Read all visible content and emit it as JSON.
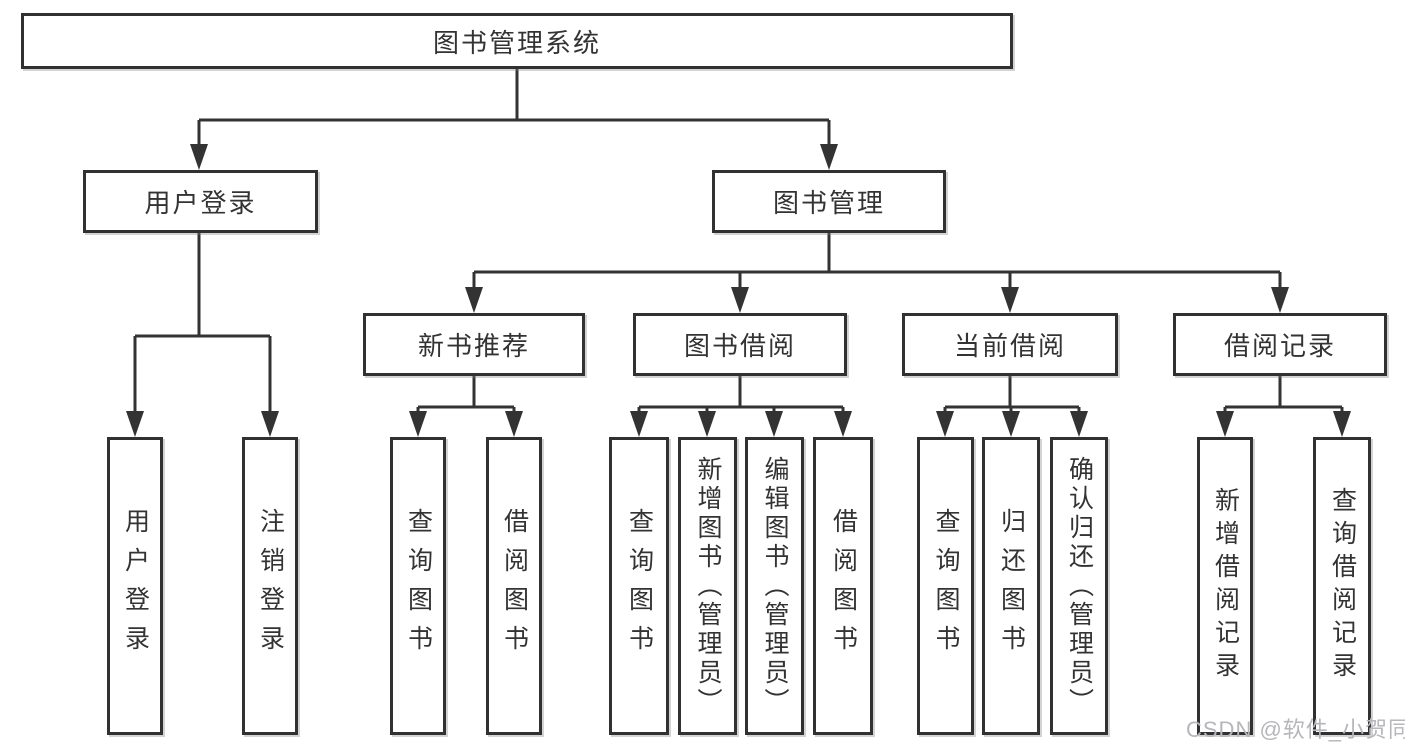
{
  "tree": {
    "label": "图书管理系统",
    "children": [
      {
        "label": "用户登录",
        "children": [
          {
            "label": "用户登录"
          },
          {
            "label": "注销登录"
          }
        ]
      },
      {
        "label": "图书管理",
        "children": [
          {
            "label": "新书推荐",
            "children": [
              {
                "label": "查询图书"
              },
              {
                "label": "借阅图书"
              }
            ]
          },
          {
            "label": "图书借阅",
            "children": [
              {
                "label": "查询图书"
              },
              {
                "label": "新增图书（管理员）"
              },
              {
                "label": "编辑图书（管理员）"
              },
              {
                "label": "借阅图书"
              }
            ]
          },
          {
            "label": "当前借阅",
            "children": [
              {
                "label": "查询图书"
              },
              {
                "label": "归还图书"
              },
              {
                "label": "确认归还（管理员）"
              }
            ]
          },
          {
            "label": "借阅记录",
            "children": [
              {
                "label": "新增借阅记录"
              },
              {
                "label": "查询借阅记录"
              }
            ]
          }
        ]
      }
    ]
  },
  "watermark": {
    "text": "CSDN @软件_小贺同学"
  },
  "colors": {
    "line": "#333333",
    "border": "#313131",
    "text": "#333333",
    "background": "#ffffff",
    "watermark": "#b6b6bb"
  }
}
